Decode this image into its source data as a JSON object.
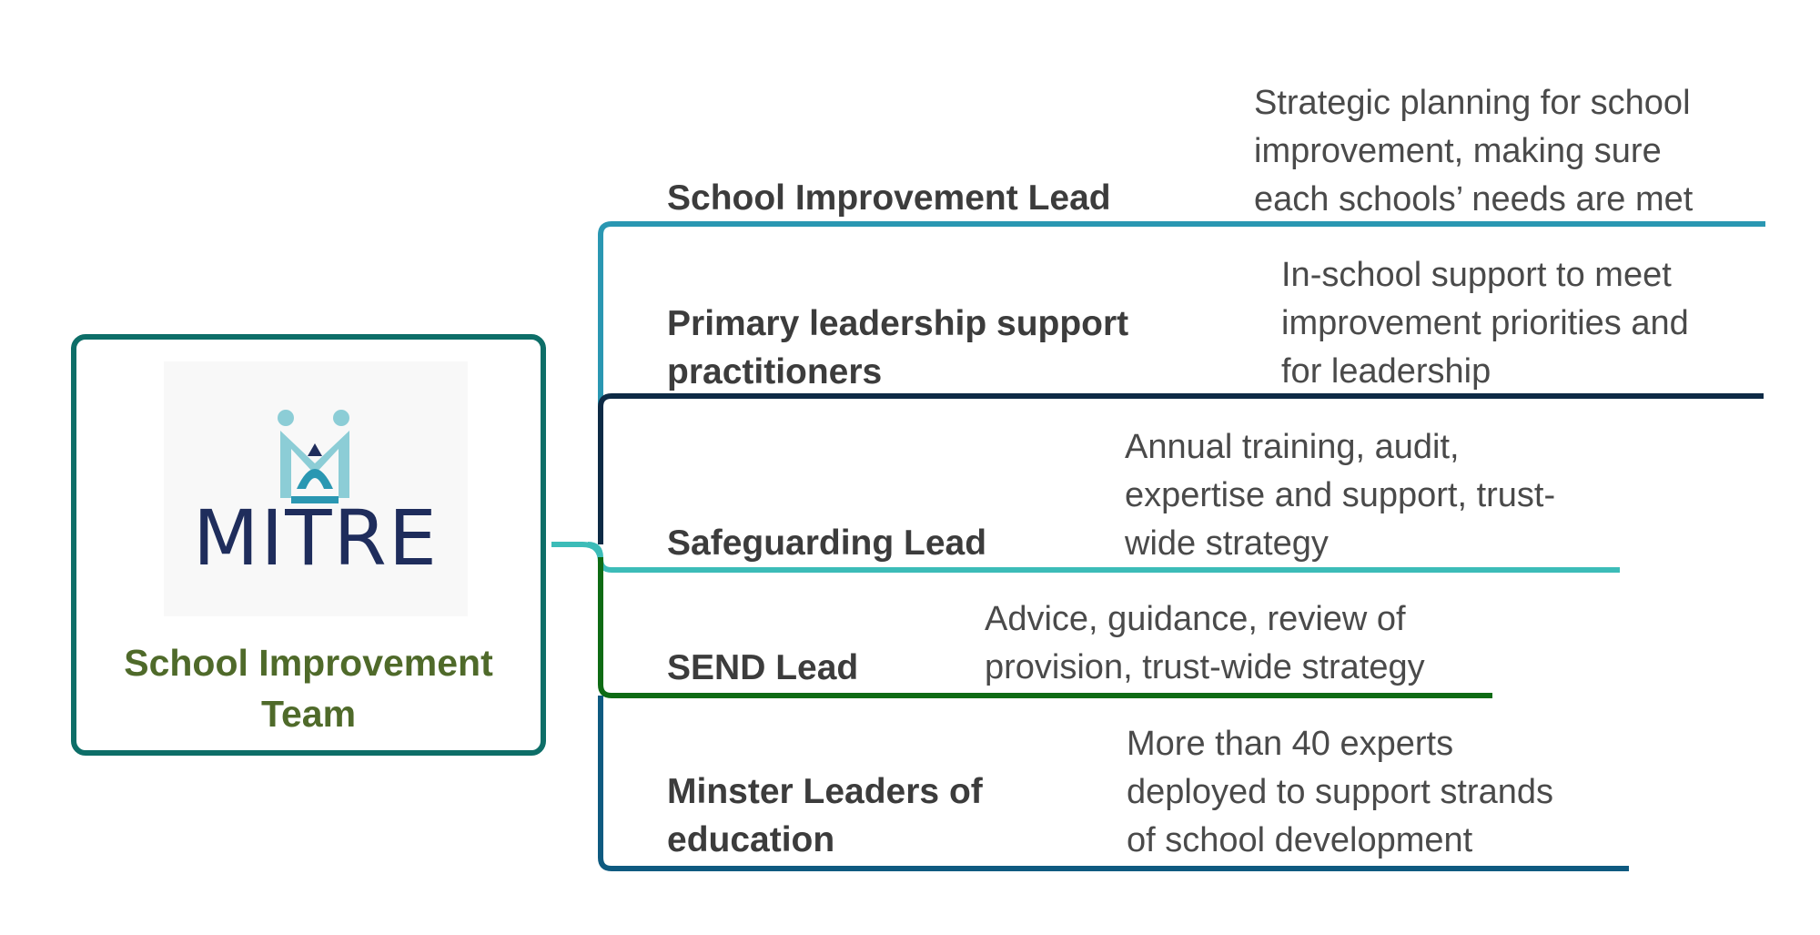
{
  "root": {
    "logo_text": "MITRE",
    "title_line1": "School Improvement",
    "title_line2": "Team",
    "border_color": "#0d6e68",
    "title_color": "#4f6a2a"
  },
  "branches": [
    {
      "role": [
        "School Improvement Lead"
      ],
      "description": [
        "Strategic planning for school",
        "improvement, making sure",
        "each schools’ needs are met"
      ],
      "color": "#2a97b2"
    },
    {
      "role": [
        "Primary leadership support",
        "practitioners"
      ],
      "description": [
        "In-school support to meet",
        "improvement priorities and",
        "for leadership"
      ],
      "color": "#0d2a45"
    },
    {
      "role": [
        "Safeguarding Lead"
      ],
      "description": [
        "Annual training, audit,",
        "expertise and support, trust-",
        "wide strategy"
      ],
      "color": "#3cbcb8"
    },
    {
      "role": [
        "SEND Lead"
      ],
      "description": [
        "Advice, guidance, review of",
        "provision, trust-wide strategy"
      ],
      "color": "#0e6b14"
    },
    {
      "role": [
        "Minster Leaders of",
        "education"
      ],
      "description": [
        "More than 40 experts",
        "deployed to support strands",
        "of school development"
      ],
      "color": "#0e5a80"
    }
  ]
}
